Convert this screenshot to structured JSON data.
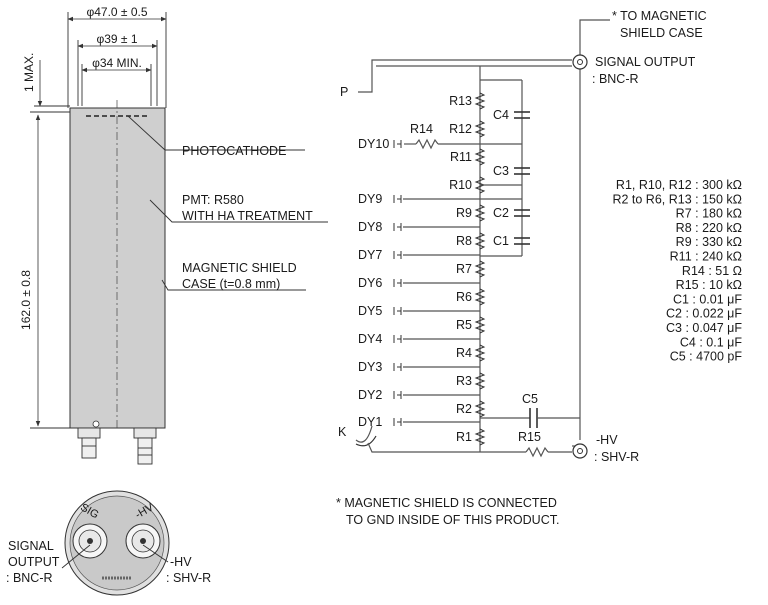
{
  "dimensions": {
    "outer_diameter": "φ47.0 ± 0.5",
    "inner_diameter": "φ39 ± 1",
    "min_diameter": "φ34 MIN.",
    "max_gap": "1 MAX.",
    "length": "162.0 ± 0.8"
  },
  "tube_labels": {
    "photocathode": "PHOTOCATHODE",
    "pmt_line1": "PMT: R580",
    "pmt_line2": "WITH HA TREATMENT",
    "shield_line1": "MAGNETIC SHIELD",
    "shield_line2": "CASE (t=0.8 mm)"
  },
  "base_view": {
    "signal_line1": "SIGNAL",
    "signal_line2": "OUTPUT",
    "signal_line3": ": BNC-R",
    "hv_line1": "-HV",
    "hv_line2": ": SHV-R",
    "sig_marker": "SIG",
    "hv_marker": "-HV"
  },
  "circuit": {
    "shield_note_line1": "* TO MAGNETIC",
    "shield_note_line2": "SHIELD CASE",
    "signal_output_line1": "SIGNAL OUTPUT",
    "signal_output_line2": ": BNC-R",
    "plate": "P",
    "cathode": "K",
    "hv_line1": "-HV",
    "hv_line2": ": SHV-R",
    "r14": "R14",
    "r15": "R15",
    "c5": "C5",
    "dynodes": [
      "DY10",
      "DY9",
      "DY8",
      "DY7",
      "DY6",
      "DY5",
      "DY4",
      "DY3",
      "DY2",
      "DY1"
    ],
    "resistors": [
      "R13",
      "R12",
      "R11",
      "R10",
      "R9",
      "R8",
      "R7",
      "R6",
      "R5",
      "R4",
      "R3",
      "R2",
      "R1"
    ],
    "capacitors": [
      "C4",
      "C3",
      "C2",
      "C1"
    ]
  },
  "component_values": [
    "R1, R10, R12 : 300 kΩ",
    "R2 to R6, R13 : 150 kΩ",
    "R7 : 180 kΩ",
    "R8 : 220 kΩ",
    "R9 : 330 kΩ",
    "R11 : 240 kΩ",
    "R14 : 51 Ω",
    "R15 : 10 kΩ",
    "C1 : 0.01 μF",
    "C2 : 0.022 μF",
    "C3 : 0.047 μF",
    "C4 : 0.1 μF",
    "C5 : 4700 pF"
  ],
  "footnote": {
    "line1": "* MAGNETIC SHIELD IS CONNECTED",
    "line2": "TO GND INSIDE OF THIS PRODUCT."
  }
}
